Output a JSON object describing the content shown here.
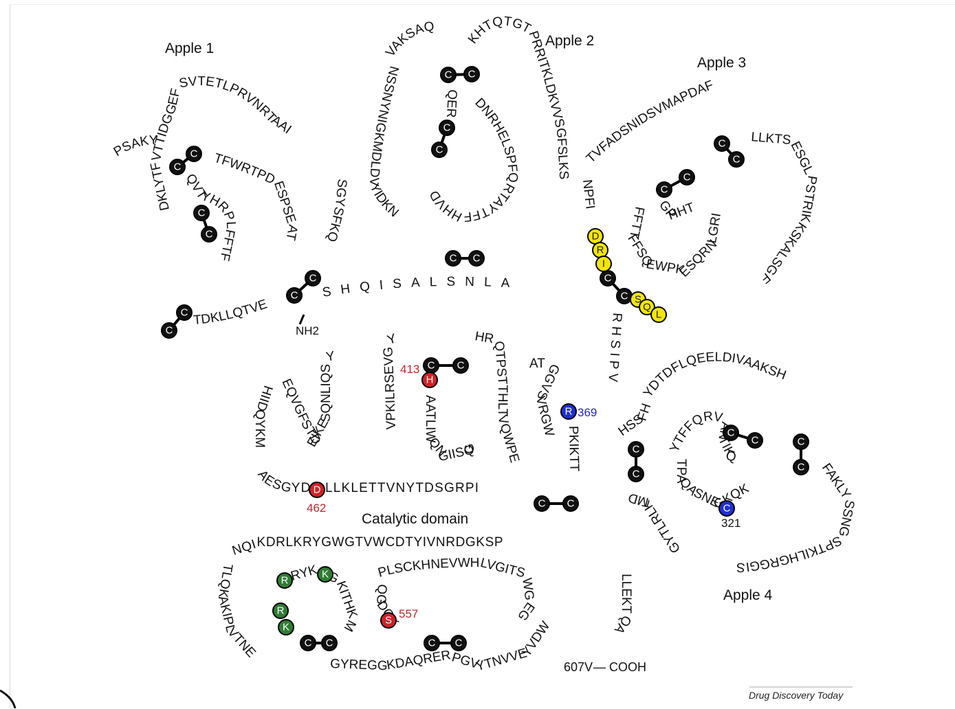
{
  "colors": {
    "cysteine": "#111111",
    "catalytic_triad": "#d42027",
    "arginine_site": "#1f2fd6",
    "heparin_binding": "#2e7d32",
    "glycosylation_highlight": "#f2e600"
  },
  "domains": {
    "apple1": "Apple 1",
    "apple2": "Apple 2",
    "apple3": "Apple 3",
    "apple4": "Apple 4",
    "catalytic": "Catalytic domain"
  },
  "annotations": {
    "h413": "413",
    "r369": "369",
    "d462": "462",
    "s557": "557",
    "c321": "321",
    "nterm": "NH2",
    "cterm_pos": "607V",
    "cterm": "— COOH"
  },
  "credit": "Drug Discovery Today",
  "segments": {
    "apple1_left": "DKLYTFVTTIDGGEF",
    "apple1_top": "SVTETLPRVNRTAAI",
    "apple1_right": "SGYSFKQ",
    "apple1_inner": "TFWRTPDESPSEAT",
    "apple1_inner2": "QVTYHRPLFFTF",
    "apple1_bottom": "TDKLLQTVE",
    "apple1_pre": "PSAKY",
    "linker1": "SHQISALSNLA",
    "apple2_left": "NSSNYNIGKMDLDVYIDKN",
    "apple2_top": "VAKSAQ",
    "apple2_right": "KHTQTGTPRRITKLDKVVSGFSLKS",
    "apple2_inner": "QERT",
    "apple2_inner2": "DNRHELSPFQRTAYTFFHHVD",
    "apple3_left": "NPFI",
    "apple3_top": "TVFADSNIDSVMAPDAF",
    "apple3_right": "LLKTSESGLPSTRIKKSKALSGF",
    "apple3_inner": "FFTTFFSQEWPKESQRNLGRI",
    "apple3_inner2": "GPHHT",
    "linker3": "RHSIPV",
    "apple4_top": "YDTDFLQEELDIVAAKSH",
    "apple4_right": "FAKLYSSNGSPTKILHGRGGIS",
    "apple4_left": "HSSFH",
    "apple4_inner": "YTFFQRVANTIKQ",
    "apple4_inner2": "TPAQASNEGKQK",
    "apple4_bottom": "GYTLRLKMD",
    "cat_row1": "AESGYDIALLKLETTVNYTDSGRPI",
    "cat_left": "HIIDQYKM",
    "cat_loop1": "EQVGFSTDEIKESQNLIQSY",
    "cat_loop2": "VPKILRSEVGY",
    "cat_loop3": "HRQTPSTTHLTVQWPE",
    "cat_loop4": "ATGGVSVRGW",
    "cat_loop5": "AATLIWQNGIISQG",
    "cat_stem": "PKIKTT",
    "cat_row2": "NQIKDRLKRYGWGTVWCDTYIVNRDGKSP",
    "cat_bottom_left": "TLQKAKIPLVTNE",
    "cat_bottom": "GYREGGKDAQRERPGVYTNVVEYVDW",
    "cat_bottom_right": "LLEKTQA",
    "cat_loop6": "RYKGGKITHKM",
    "cat_loop7": "PLSCKHNEVWHLVGITSWGEG",
    "cat_loop8": "QGDGK"
  }
}
